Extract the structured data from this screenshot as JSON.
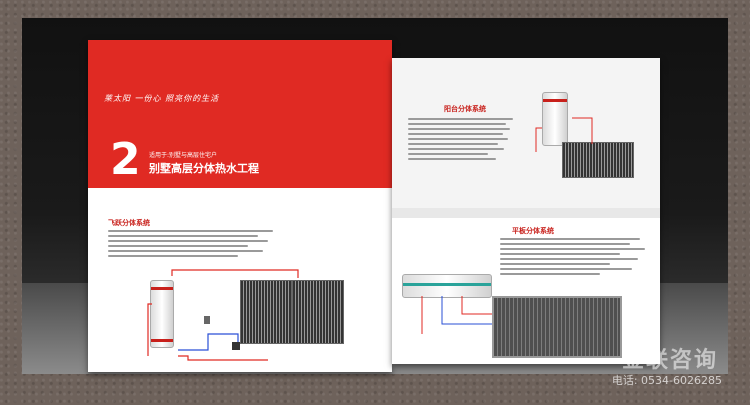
{
  "left_page": {
    "slogan": "莱太阳  一份心  照亮你的生活",
    "number": "2",
    "subtitle": "适用于:别墅与高层住宅户",
    "title": "别墅高层分体热水工程",
    "section_title": "飞跃分体系统"
  },
  "right_page": {
    "top_section_title": "阳台分体系统",
    "bottom_section_title": "平板分体系统"
  },
  "watermark": {
    "brand": "金联咨询",
    "phone": "电话: 0534-6026285"
  },
  "colors": {
    "brand_red": "#e02a23",
    "pipe_red": "#e02a23",
    "pipe_blue": "#2a4fd6"
  }
}
